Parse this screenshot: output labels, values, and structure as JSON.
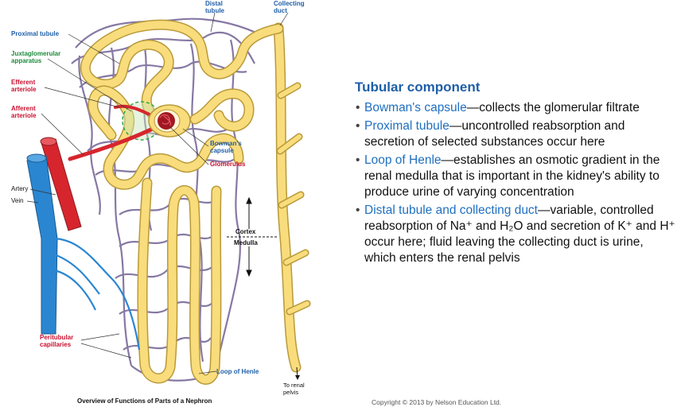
{
  "diagram": {
    "labels": {
      "distal_tubule": "Distal tubule",
      "collecting_duct": "Collecting duct",
      "proximal_tubule": "Proximal tubule",
      "juxtaglomerular": "Juxtaglomerular apparatus",
      "efferent": "Efferent arteriole",
      "afferent": "Afferent arteriole",
      "bowmans": "Bowman's capsule",
      "glomerulus": "Glomerulus",
      "artery": "Artery",
      "vein": "Vein",
      "cortex": "Cortex",
      "medulla": "Medulla",
      "peritubular": "Peritubular capillaries",
      "loop": "Loop of Henle",
      "renal_pelvis": "To renal pelvis"
    },
    "caption": "Overview of Functions of Parts of a Nephron",
    "colors": {
      "tubule": "#f9dc7c",
      "tubule_outline": "#b89a3a",
      "capillary": "#7a6a9a",
      "artery": "#d7252d",
      "vein": "#2a86d1",
      "glomerulus": "#a01822",
      "jga": "#2fa84a"
    }
  },
  "panel": {
    "heading": "Tubular component",
    "items": [
      {
        "term": "Bowman's capsule",
        "text": "—collects the glomerular filtrate"
      },
      {
        "term": "Proximal tubule",
        "text": "—uncontrolled reabsorption and secretion of selected substances occur here"
      },
      {
        "term": "Loop of Henle",
        "text": "—establishes an osmotic gradient in the renal medulla that is important in the kidney's ability to produce urine of varying concentration"
      },
      {
        "term": "Distal tubule and collecting duct",
        "text": "—variable, controlled reabsorption of Na⁺ and H₂O and secretion of K⁺ and H⁺ occur here; fluid leaving the collecting duct is urine, which enters the renal pelvis"
      }
    ]
  },
  "copyright": "Copyright © 2013 by Nelson Education Ltd."
}
